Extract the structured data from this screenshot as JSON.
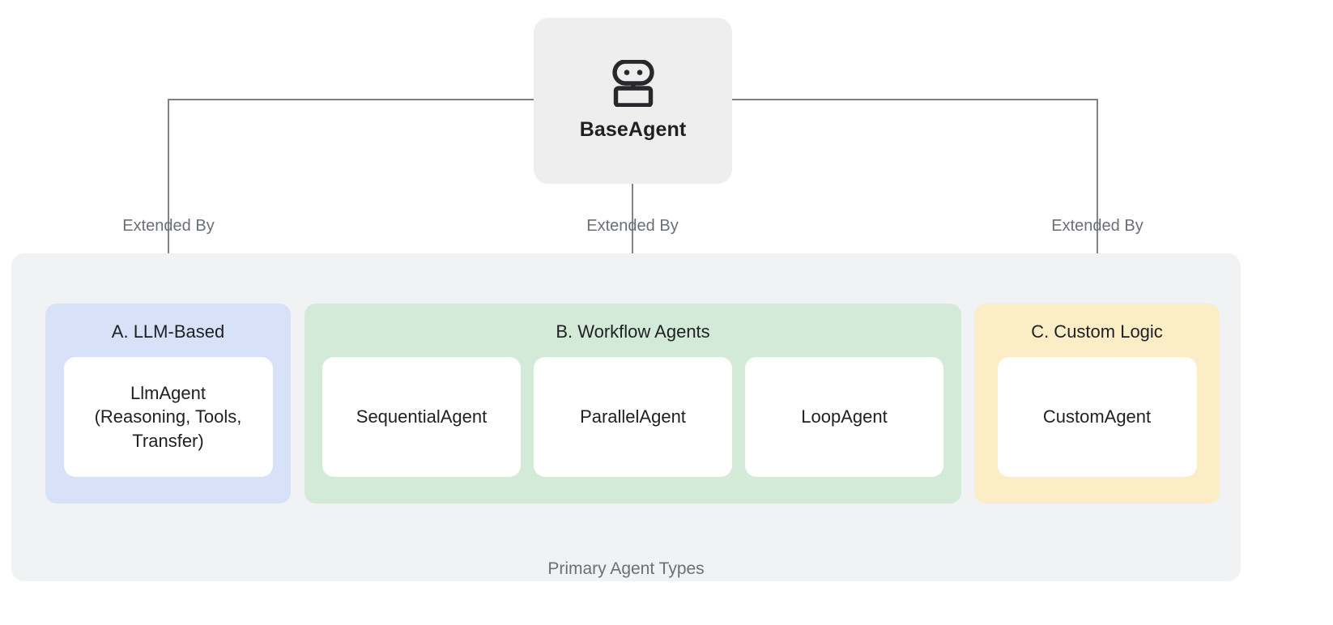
{
  "diagram": {
    "caption": "Primary Agent Types",
    "root": {
      "label": "BaseAgent",
      "icon": "robot-icon",
      "background": "#eeeeee"
    },
    "edges": [
      {
        "label": "Extended By",
        "target": "A. LLM-Based"
      },
      {
        "label": "Extended By",
        "target": "B. Workflow Agents"
      },
      {
        "label": "Extended By",
        "target": "C. Custom Logic"
      }
    ],
    "edge_color": "#6b6f76",
    "panel_background": "#f1f2f4",
    "groups": [
      {
        "title": "A. LLM-Based",
        "color": "#d7e2f8",
        "cards": [
          {
            "label": "LlmAgent\n(Reasoning, Tools,\nTransfer)"
          }
        ]
      },
      {
        "title": "B. Workflow Agents",
        "color": "#d4ead9",
        "cards": [
          {
            "label": "SequentialAgent"
          },
          {
            "label": "ParallelAgent"
          },
          {
            "label": "LoopAgent"
          }
        ]
      },
      {
        "title": "C. Custom Logic",
        "color": "#fbeec6",
        "cards": [
          {
            "label": "CustomAgent"
          }
        ]
      }
    ]
  }
}
